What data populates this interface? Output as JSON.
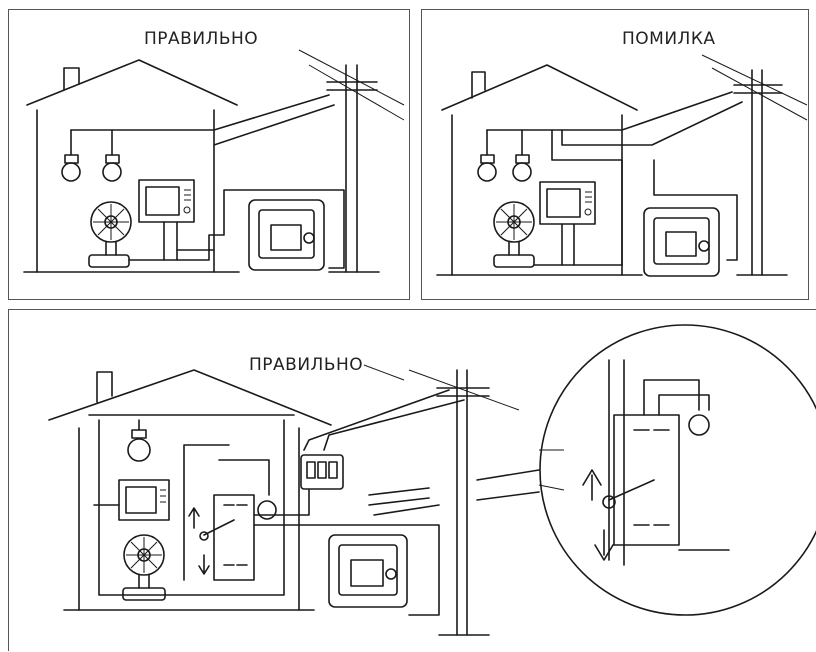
{
  "panels": {
    "top_left": {
      "caption": "ПРАВИЛЬНО"
    },
    "top_right": {
      "caption": "ПОМИЛКА"
    },
    "bottom": {
      "caption": "ПРАВИЛЬНО"
    }
  },
  "icons": [
    "house-icon",
    "utility-pole-icon",
    "light-bulb-icon",
    "fan-icon",
    "tv-icon",
    "generator-icon",
    "transfer-switch-icon",
    "breaker-box-icon",
    "arrow-up-icon",
    "arrow-down-icon"
  ],
  "colors": {
    "line": "#1a1a1a",
    "border": "#555555",
    "background": "#ffffff"
  }
}
